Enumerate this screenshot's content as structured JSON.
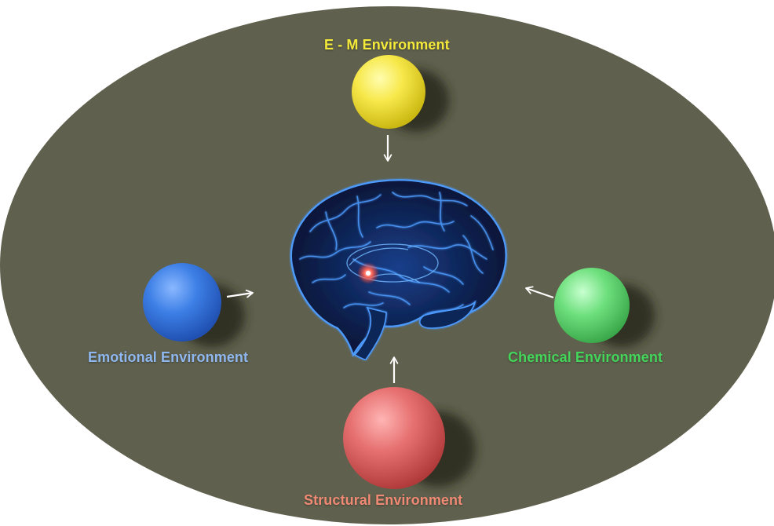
{
  "nodes": {
    "top": {
      "label": "E - M Environment",
      "color": "#f7e84a",
      "label_color": "#f4ea3a"
    },
    "left": {
      "label": "Emotional Environment",
      "color": "#3d7fe6",
      "label_color": "#8fb8f0"
    },
    "right": {
      "label": "Chemical Environment",
      "color": "#6fe07e",
      "label_color": "#43d65a"
    },
    "bottom": {
      "label": "Structural Environment",
      "color": "#e66f6f",
      "label_color": "#f08a74"
    }
  },
  "center": {
    "icon": "brain-icon",
    "color": "#3a7cff"
  },
  "background": {
    "color": "#5f604d"
  }
}
